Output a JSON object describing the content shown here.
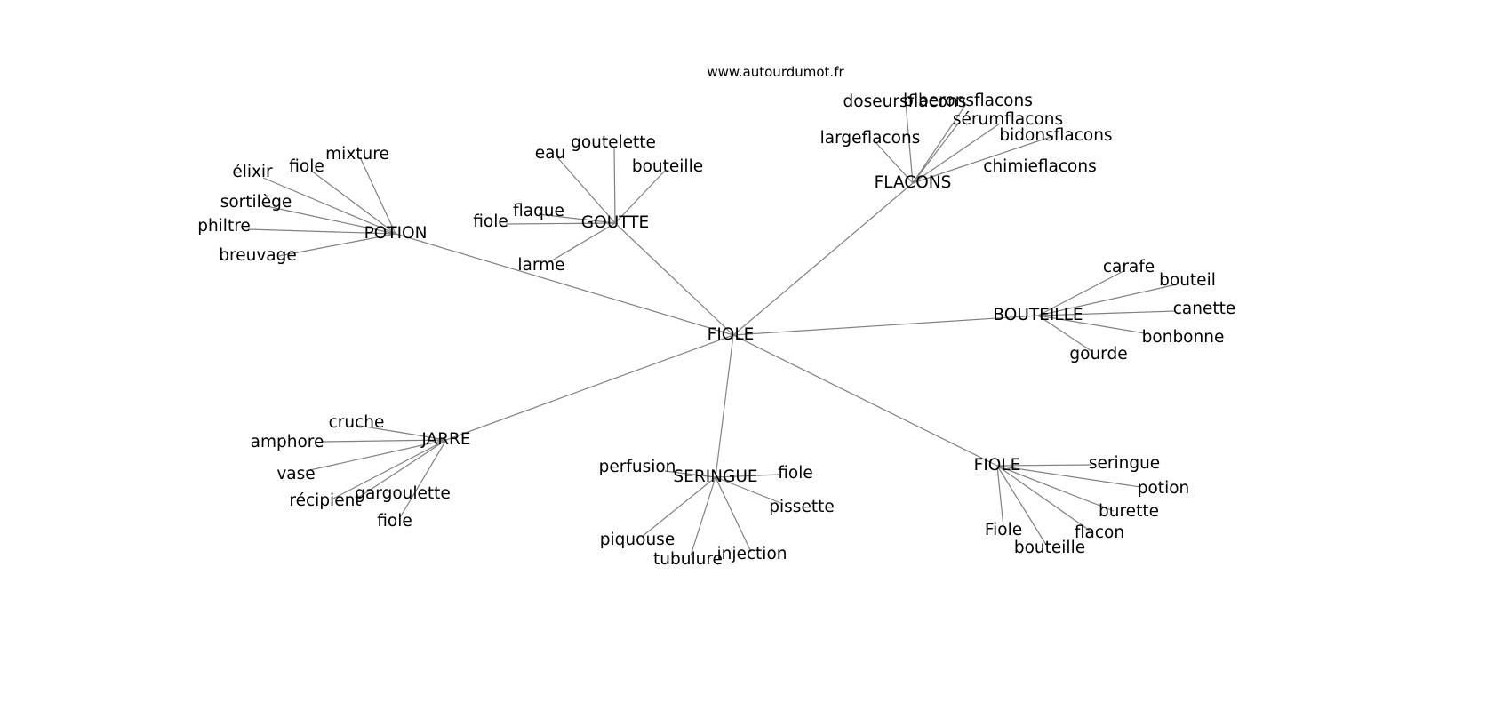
{
  "site": {
    "url": "www.autourdumot.fr"
  },
  "colors": {
    "edge": "#808080",
    "text": "#000000",
    "background": "#ffffff"
  },
  "graph": {
    "center": "FIOLE",
    "clusters": [
      {
        "label": "POTION",
        "words": [
          "mixture",
          "fiole",
          "élixir",
          "sortilège",
          "philtre",
          "breuvage"
        ]
      },
      {
        "label": "GOUTTE",
        "words": [
          "eau",
          "goutelette",
          "bouteille",
          "flaque",
          "fiole",
          "larme"
        ]
      },
      {
        "label": "FLACONS",
        "words": [
          "doseursflacons",
          "biberonsflacons",
          "sérumflacons",
          "bidonsflacons",
          "chimieflacons",
          "largeflacons"
        ]
      },
      {
        "label": "BOUTEILLE",
        "words": [
          "carafe",
          "bouteil",
          "canette",
          "bonbonne",
          "gourde"
        ]
      },
      {
        "label": "FIOLE",
        "words": [
          "seringue",
          "potion",
          "burette",
          "flacon",
          "bouteille",
          "Fiole"
        ]
      },
      {
        "label": "SERINGUE",
        "words": [
          "perfusion",
          "fiole",
          "pissette",
          "injection",
          "tubulure",
          "piquouse"
        ]
      },
      {
        "label": "JARRE",
        "words": [
          "cruche",
          "amphore",
          "vase",
          "récipient",
          "gargoulette",
          "fiole"
        ]
      }
    ]
  }
}
